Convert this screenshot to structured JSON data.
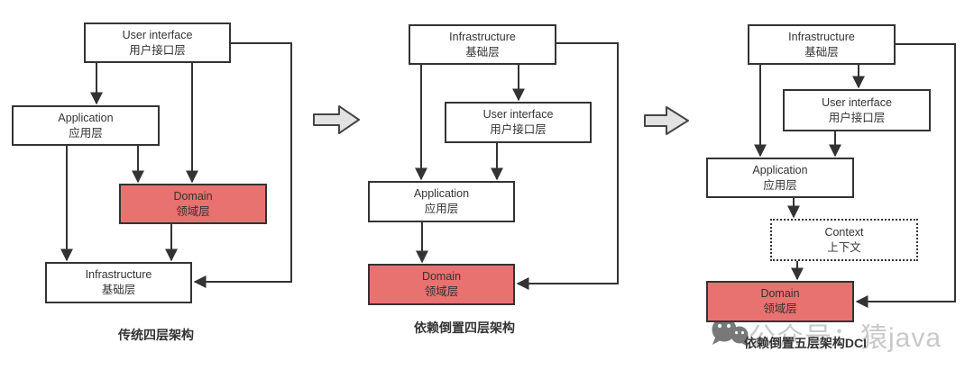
{
  "colors": {
    "background": "#ffffff",
    "line": "#333333",
    "box_fill": "#ffffff",
    "domain_fill": "#e77270",
    "transition_arrow_fill": "#e2e2e2",
    "watermark_text_color": "#c9c9c9",
    "watermark_icon_color": "#575757"
  },
  "diagrams": [
    {
      "caption": "传统四层架构",
      "boxes": {
        "user_interface": {
          "en": "User interface",
          "zh": "用户接口层"
        },
        "application": {
          "en": "Application",
          "zh": "应用层"
        },
        "domain": {
          "en": "Domain",
          "zh": "领域层"
        },
        "infrastructure": {
          "en": "Infrastructure",
          "zh": "基础层"
        }
      }
    },
    {
      "caption": "依赖倒置四层架构",
      "boxes": {
        "infrastructure": {
          "en": "Infrastructure",
          "zh": "基础层"
        },
        "user_interface": {
          "en": "User interface",
          "zh": "用户接口层"
        },
        "application": {
          "en": "Application",
          "zh": "应用层"
        },
        "domain": {
          "en": "Domain",
          "zh": "领域层"
        }
      }
    },
    {
      "caption": "依赖倒置五层架构DCI",
      "boxes": {
        "infrastructure": {
          "en": "Infrastructure",
          "zh": "基础层"
        },
        "user_interface": {
          "en": "User interface",
          "zh": "用户接口层"
        },
        "application": {
          "en": "Application",
          "zh": "应用层"
        },
        "context": {
          "en": "Context",
          "zh": "上下文"
        },
        "domain": {
          "en": "Domain",
          "zh": "领域层"
        }
      }
    }
  ],
  "watermark": {
    "text": "公众号：猿java"
  }
}
